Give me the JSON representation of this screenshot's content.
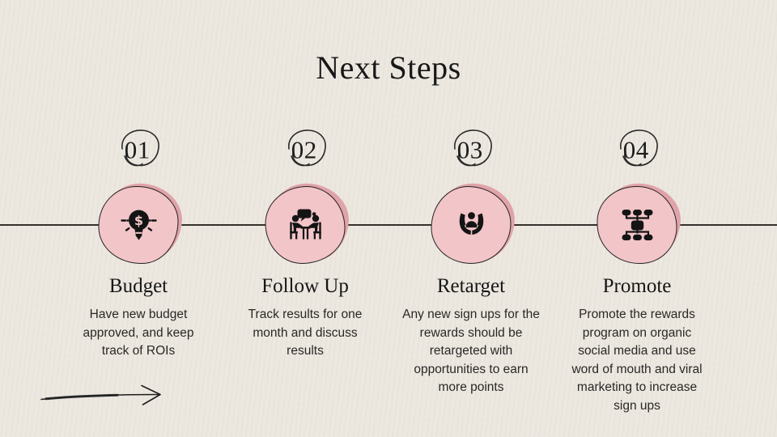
{
  "slide": {
    "title": "Next Steps"
  },
  "steps": [
    {
      "number": "01",
      "title": "Budget",
      "description": "Have new budget\napproved, and keep\ntrack of ROIs",
      "icon": "lightbulb-dollar-icon"
    },
    {
      "number": "02",
      "title": "Follow Up",
      "description": "Track results for one\nmonth and discuss\nresults",
      "icon": "meeting-discussion-icon"
    },
    {
      "number": "03",
      "title": "Retarget",
      "description": "Any new sign ups for the\nrewards should be\nretargeted with\nopportunities to earn\nmore points",
      "icon": "hands-holding-person-icon"
    },
    {
      "number": "04",
      "title": "Promote",
      "description": "Promote the rewards\nprogram on organic\nsocial media and use\nword of mouth and viral\nmarketing to increase\nsign ups",
      "icon": "sitemap-network-icon"
    }
  ],
  "decorations": {
    "timeline": "horizontal rule through step circles",
    "arrow": "hand-drawn arrow pointing right"
  },
  "colors": {
    "background": "#ECE8E0",
    "circle_pink": "#F2C5C8",
    "circle_pink_shadow": "#E0A3A9",
    "ink": "#1F1F1F"
  }
}
